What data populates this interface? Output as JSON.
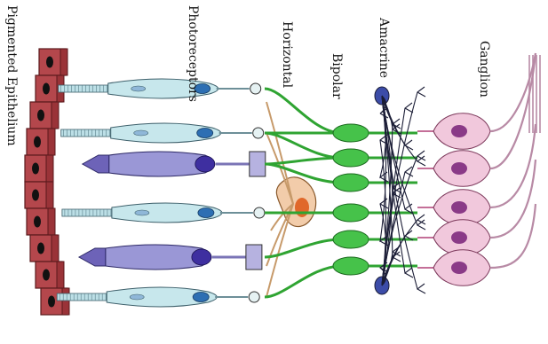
{
  "labels": {
    "pigmented_epithelium": "Pigmented Epithelium",
    "photoreceptors": "Photoreceptors",
    "horizontal": "Horizontal",
    "bipolar": "Bipolar",
    "amacrine": "Amacrine",
    "ganglion": "Ganglion"
  },
  "colors": {
    "epithelium": "#b4474c",
    "rod": "#c7e7ec",
    "cone": "#9a97d6",
    "horizontal": "#f2ccaa",
    "bipolar": "#2fa432",
    "amacrine": "#1b1d36",
    "ganglion": "#f1c8dc",
    "axon": "#b88aa5"
  },
  "icons": {
    "rod": "rod-cell-icon",
    "cone": "cone-cell-icon",
    "bipolar": "bipolar-cell-icon",
    "ganglion": "ganglion-cell-icon",
    "amacrine": "amacrine-cell-icon",
    "horizontal": "horizontal-cell-icon"
  }
}
